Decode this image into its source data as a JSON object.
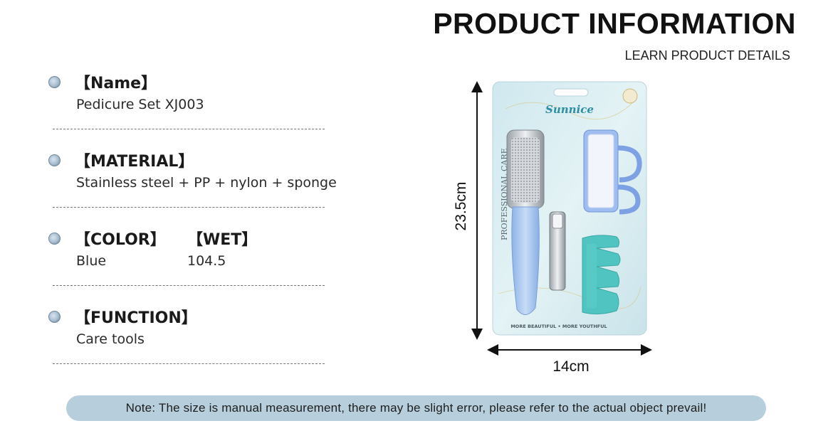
{
  "header": {
    "title": "PRODUCT INFORMATION",
    "subtitle": "LEARN PRODUCT DETAILS"
  },
  "specs": {
    "name": {
      "label": "【Name】",
      "value": "Pedicure Set XJ003"
    },
    "material": {
      "label": "【MATERIAL】",
      "value": "Stainless steel + PP + nylon + sponge"
    },
    "color": {
      "label": "【COLOR】",
      "value": "Blue"
    },
    "wet": {
      "label": "【WET】",
      "value": "104.5"
    },
    "function": {
      "label": "【FUNCTION】",
      "value": "Care tools"
    }
  },
  "product": {
    "brand": "Sunnice",
    "side_text": "PROFESSIONAL CARE",
    "footer_text": "MORE BEAUTIFUL • MORE YOUTHFUL",
    "colors": {
      "card": "#d6eaf0",
      "tool_blue": "#a9c6ee",
      "sponge": "#4fc4c0",
      "steel": "#c9ced3"
    }
  },
  "dimensions": {
    "height": "23.5cm",
    "width": "14cm"
  },
  "note": "Note: The size is manual measurement, there may be slight error, please refer to the actual object prevail!"
}
